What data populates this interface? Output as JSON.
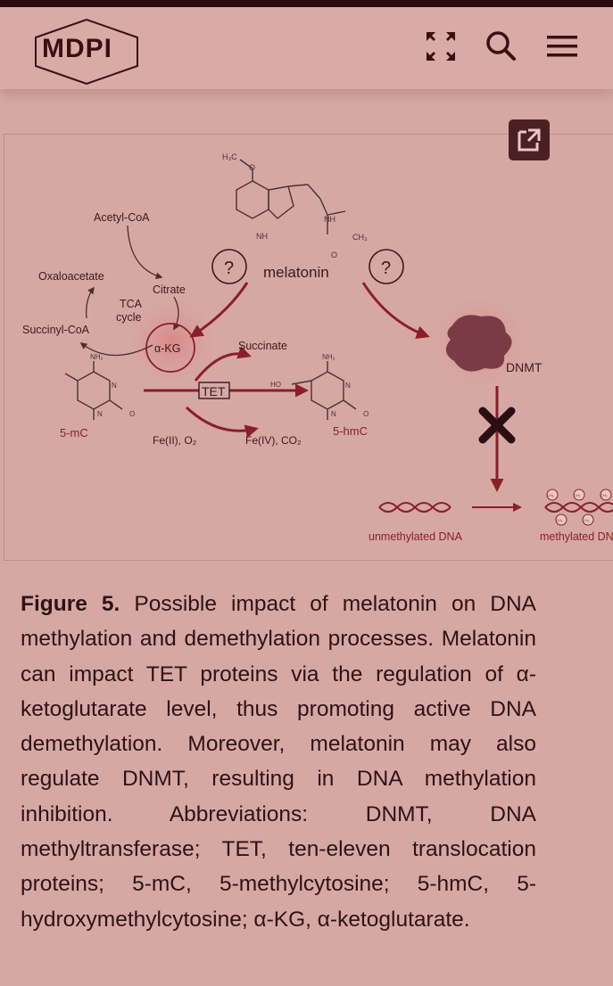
{
  "header": {
    "logo_text": "MDPI"
  },
  "figure": {
    "labels": {
      "acetyl_coa": "Acetyl-CoA",
      "oxaloacetate": "Oxaloacetate",
      "citrate": "Citrate",
      "tca": "TCA",
      "cycle": "cycle",
      "succinyl_coa": "Succinyl-CoA",
      "akg": "α-KG",
      "succinate": "Succinate",
      "tet": "TET",
      "fe2": "Fe(II), O₂",
      "fe4": "Fe(IV), CO₂",
      "five_mc": "5-mC",
      "five_hmc": "5-hmC",
      "melatonin": "melatonin",
      "question": "?",
      "dnmt": "DNMT",
      "unmethylated": "unmethylated DNA",
      "methylated": "methylated DNA",
      "h3c": "H₃C",
      "o": "O",
      "nh": "NH",
      "ch3": "CH₃",
      "nh2": "NH₂",
      "n": "N",
      "ho": "HO",
      "methyl_tag": "CH₃"
    },
    "colors": {
      "arrow": "#8a1f28",
      "text": "#3a1a1e",
      "label_red": "#8a1f28",
      "dnmt_blob": "#7a3a46"
    }
  },
  "caption": {
    "label": "Figure 5.",
    "text": " Possible impact of melatonin on DNA methylation and demethylation processes. Melatonin can impact TET proteins via the regulation of α-ketoglutarate level, thus promoting active DNA demethylation. Moreover, melatonin may also regulate DNMT, resulting in DNA methylation inhibition. Abbreviations: DNMT, DNA methyltransferase; TET, ten-eleven translocation proteins; 5-mC, 5-methylcytosine; 5-hmC, 5-hydroxymethylcytosine; α-KG, α-ketoglutarate."
  }
}
